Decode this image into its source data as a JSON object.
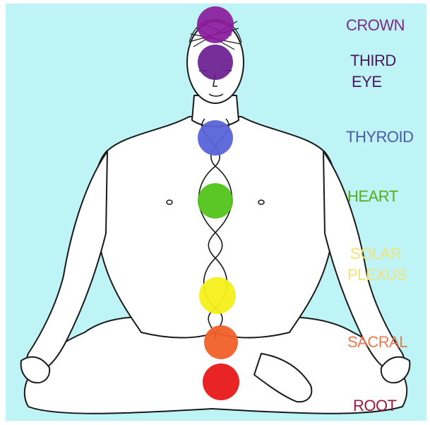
{
  "labels": {
    "crown": "CROWN",
    "third_eye_line1": "THIRD",
    "third_eye_line2": "EYE",
    "thyroid": "THYROID",
    "heart": "HEART",
    "solar_line1": "SOLAR",
    "solar_line2": "PLEXUS",
    "sacral": "SACRAL",
    "root": "ROOT"
  },
  "colors": {
    "background": "#bff4f7",
    "crown": "#8a1a9c",
    "third_eye": "#6a1d8f",
    "thyroid": "#5a63d8",
    "heart": "#52c41a",
    "solar_plexus": "#f5f01a",
    "sacral": "#f0602a",
    "root": "#e81818",
    "label_crown": "#7a2a86",
    "label_third_eye": "#4a1660",
    "label_thyroid": "#4a5aa8",
    "label_heart": "#5aaa1a",
    "label_solar": "#f2e27a",
    "label_sacral": "#e87a50",
    "label_root": "#a01838"
  }
}
